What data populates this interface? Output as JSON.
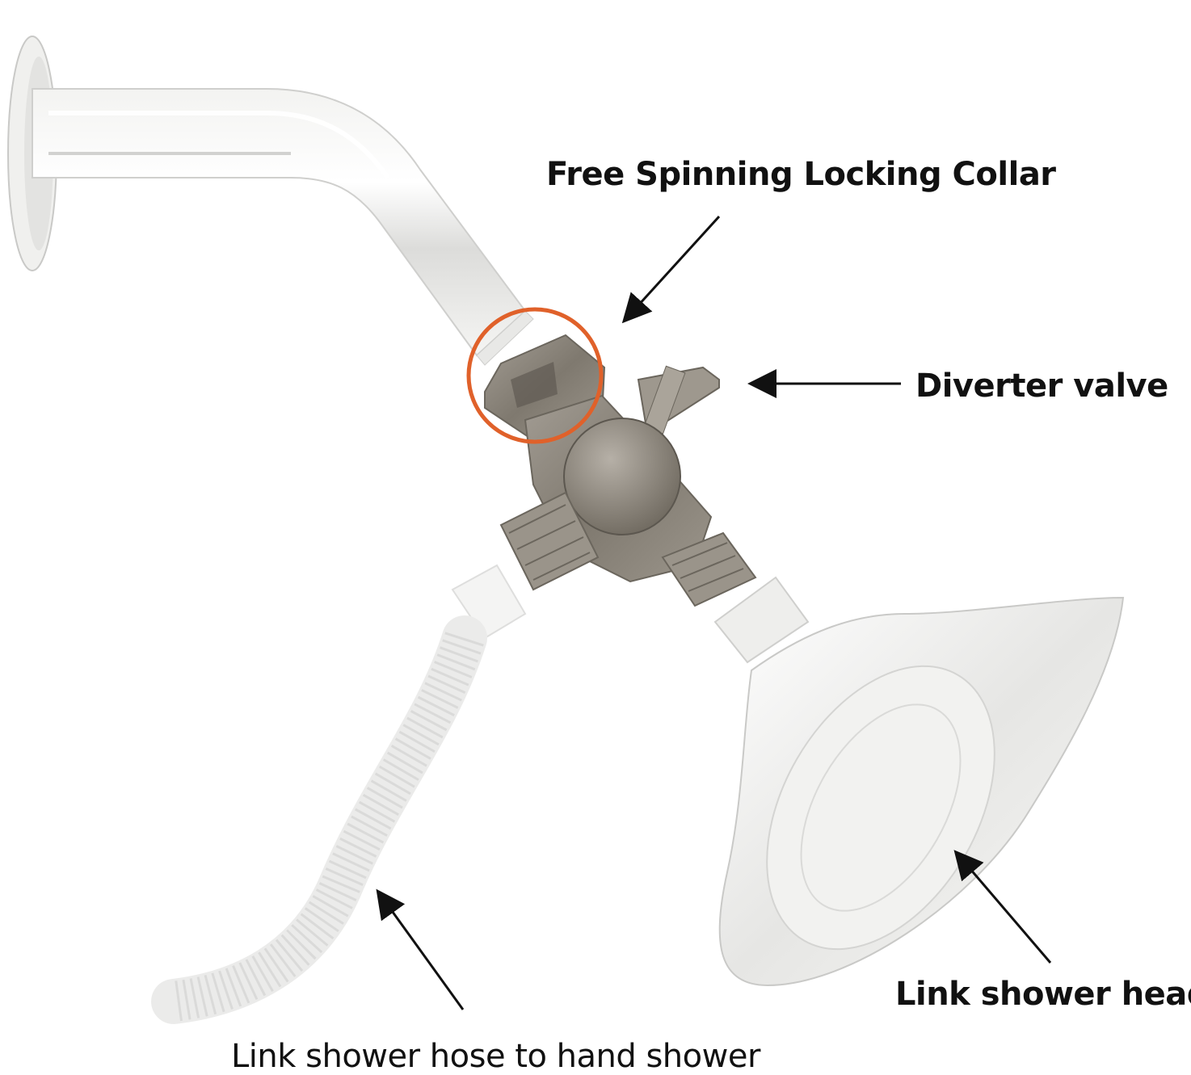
{
  "labels": {
    "collar": "Free Spinning Locking Collar",
    "diverter": "Diverter valve",
    "shower_head": "Link shower head",
    "hose": "Link shower hose to hand shower"
  },
  "colors": {
    "background": "#ffffff",
    "highlight_ring": "#e0612a",
    "valve_metal": "#8d877e",
    "chrome": "#eeeeec",
    "arrow": "#111111"
  }
}
